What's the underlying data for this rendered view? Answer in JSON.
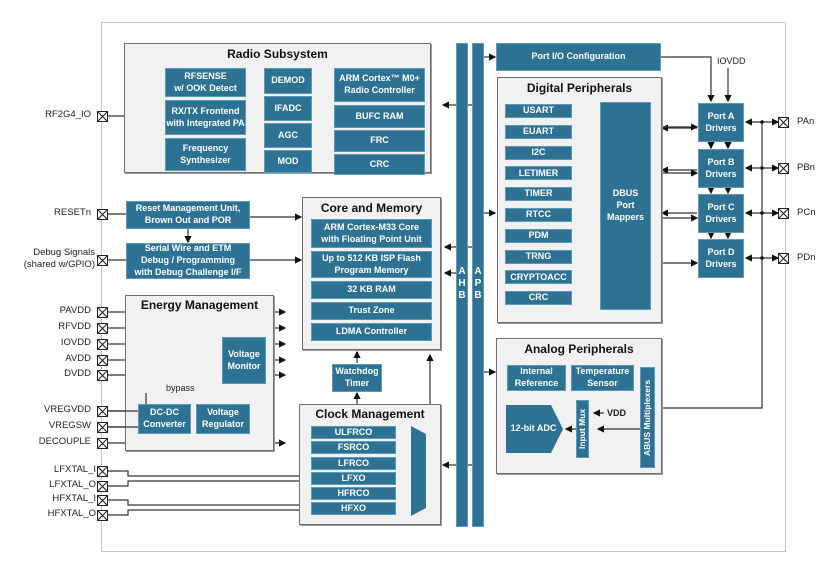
{
  "diagram": {
    "radio": {
      "title": "Radio Subsystem",
      "blocks": {
        "rfsense": "RFSENSE\nw/ OOK Detect",
        "rxtx": "RX/TX Frontend\nwith Integrated PA",
        "freq": "Frequency\nSynthesizer",
        "demod": "DEMOD",
        "ifadc": "IFADC",
        "agc": "AGC",
        "mod": "MOD",
        "arm_m0": "ARM Cortex™ M0+\nRadio Controller",
        "bufc": "BUFC RAM",
        "frc": "FRC",
        "crc": "CRC"
      }
    },
    "reset": "Reset Management Unit,\nBrown Out and POR",
    "debug": "Serial Wire and ETM\nDebug / Programming\nwith Debug Challenge I/F",
    "core": {
      "title": "Core and Memory",
      "blocks": {
        "cpu": "ARM Cortex-M33 Core\nwith Floating Point Unit",
        "flash": "Up to 512 KB ISP Flash\nProgram Memory",
        "ram": "32 KB RAM",
        "trustzone": "Trust Zone",
        "ldma": "LDMA Controller"
      }
    },
    "watchdog": "Watchdog\nTimer",
    "energy": {
      "title": "Energy Management",
      "voltage_monitor": "Voltage\nMonitor",
      "dcdc": "DC-DC\nConverter",
      "regulator": "Voltage\nRegulator",
      "bypass": "bypass"
    },
    "clock": {
      "title": "Clock Management",
      "oscillators": [
        "ULFRCO",
        "FSRCO",
        "LFRCO",
        "LFXO",
        "HFRCO",
        "HFXO"
      ]
    },
    "bus": {
      "ahb": "A\nH\nB",
      "apb": "A\nP\nB"
    },
    "port_io": "Port I/O Configuration",
    "digital": {
      "title": "Digital Peripherals",
      "items": [
        "USART",
        "EUART",
        "I2C",
        "LETIMER",
        "TIMER",
        "RTCC",
        "PDM",
        "TRNG",
        "CRYPTOACC",
        "CRC"
      ],
      "dbus": "DBUS\nPort\nMappers"
    },
    "ports": {
      "iovdd": "IOVDD",
      "drivers": [
        "Port A\nDrivers",
        "Port B\nDrivers",
        "Port C\nDrivers",
        "Port D\nDrivers"
      ],
      "pins": [
        "PAn",
        "PBn",
        "PCn",
        "PDn"
      ]
    },
    "analog": {
      "title": "Analog Peripherals",
      "internal_ref": "Internal\nReference",
      "temp": "Temperature\nSensor",
      "adc": "12-bit ADC",
      "input_mux": "Input Mux",
      "abus": "ABUS Multiplexers",
      "vdd": "VDD"
    },
    "left_pins": {
      "rf": "RF2G4_IO",
      "reset": "RESETn",
      "debug": "Debug Signals\n(shared w/GPIO)",
      "power": [
        "PAVDD",
        "RFVDD",
        "IOVDD",
        "AVDD",
        "DVDD"
      ],
      "vreg": [
        "VREGVDD",
        "VREGSW",
        "DECOUPLE"
      ],
      "xtal": [
        "LFXTAL_I",
        "LFXTAL_O",
        "HFXTAL_I",
        "HFXTAL_O"
      ]
    }
  }
}
